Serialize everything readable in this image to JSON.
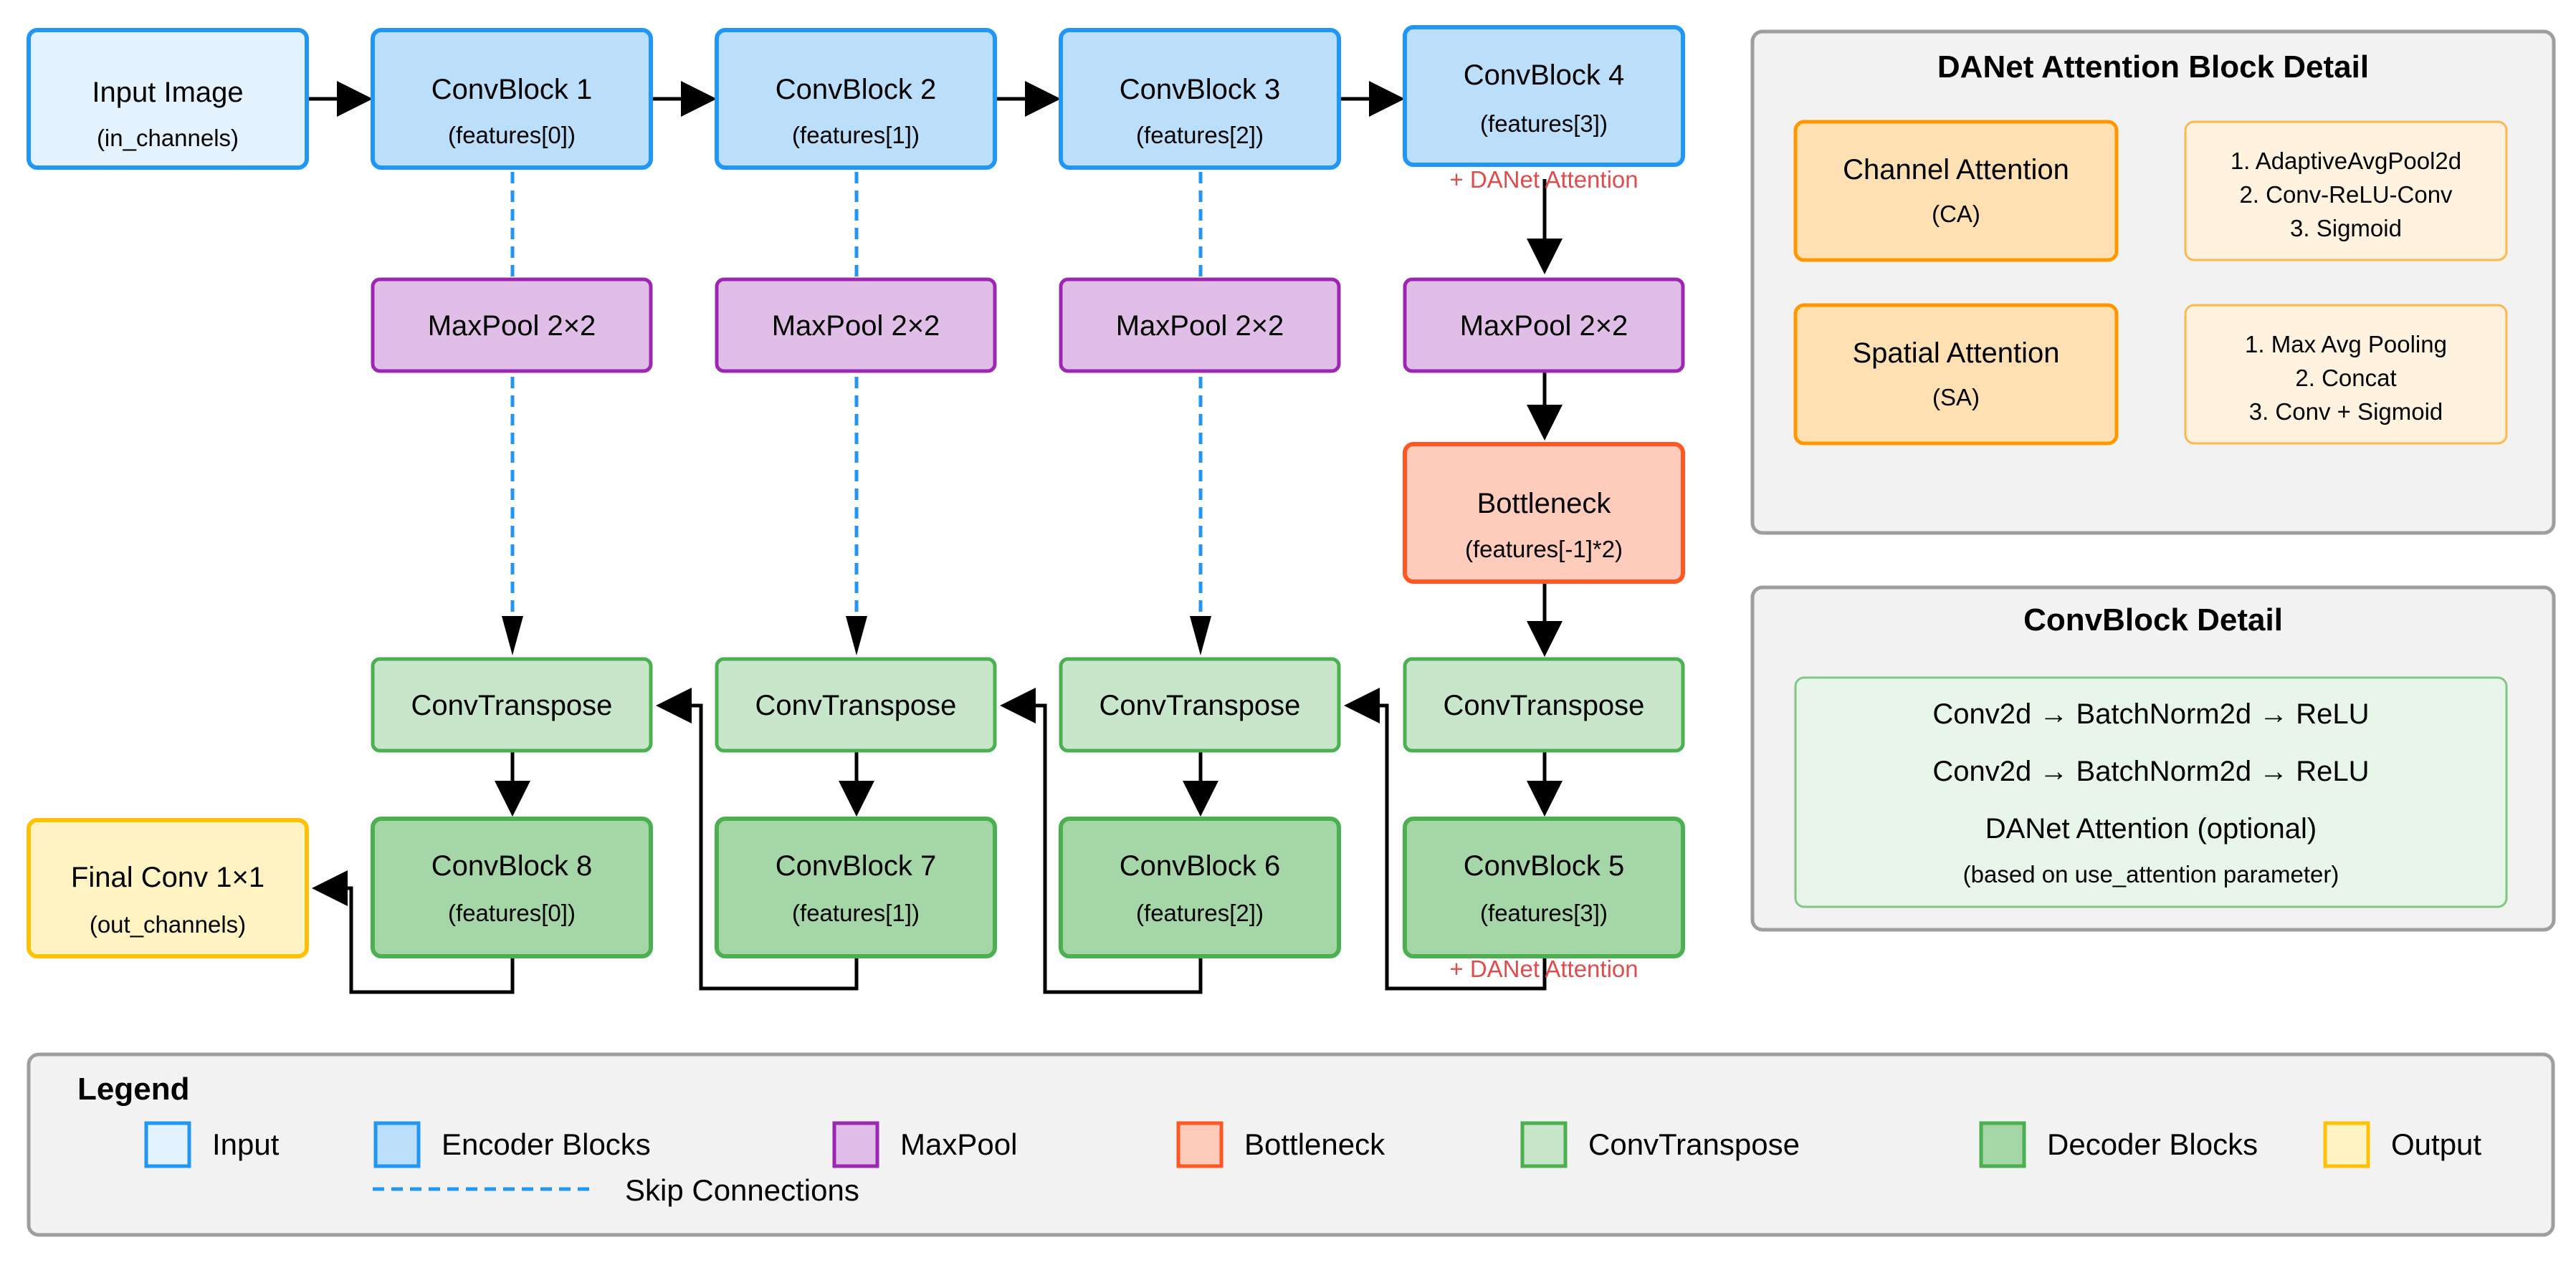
{
  "encoder": [
    {
      "title": "ConvBlock 1",
      "sub": "(features[0])"
    },
    {
      "title": "ConvBlock 2",
      "sub": "(features[1])"
    },
    {
      "title": "ConvBlock 3",
      "sub": "(features[2])"
    },
    {
      "title": "ConvBlock 4",
      "sub": "(features[3])"
    }
  ],
  "input": {
    "title": "Input Image",
    "sub": "(in_channels)"
  },
  "maxpool": [
    "MaxPool 2×2",
    "MaxPool 2×2",
    "MaxPool 2×2",
    "MaxPool 2×2"
  ],
  "bottleneck": {
    "title": "Bottleneck",
    "sub": "(features[-1]*2)"
  },
  "convtranspose": [
    "ConvTranspose",
    "ConvTranspose",
    "ConvTranspose",
    "ConvTranspose"
  ],
  "decoder": [
    {
      "title": "ConvBlock 8",
      "sub": "(features[0])"
    },
    {
      "title": "ConvBlock 7",
      "sub": "(features[1])"
    },
    {
      "title": "ConvBlock 6",
      "sub": "(features[2])"
    },
    {
      "title": "ConvBlock 5",
      "sub": "(features[3])"
    }
  ],
  "output": {
    "title": "Final Conv 1×1",
    "sub": "(out_channels)"
  },
  "attention_note": "+ DANet Attention",
  "danet_panel": {
    "title": "DANet Attention Block Detail",
    "channel": {
      "title": "Channel Attention",
      "sub": "(CA)",
      "steps": [
        "1. AdaptiveAvgPool2d",
        "2. Conv-ReLU-Conv",
        "3. Sigmoid"
      ]
    },
    "spatial": {
      "title": "Spatial Attention",
      "sub": "(SA)",
      "steps": [
        "1. Max Avg Pooling",
        "2. Concat",
        "3. Conv + Sigmoid"
      ]
    }
  },
  "convblock_panel": {
    "title": "ConvBlock Detail",
    "lines": [
      "Conv2d → BatchNorm2d → ReLU",
      "Conv2d → BatchNorm2d → ReLU",
      "DANet Attention (optional)"
    ],
    "note": "(based on use_attention parameter)"
  },
  "legend": {
    "title": "Legend",
    "items": [
      "Input",
      "Encoder Blocks",
      "MaxPool",
      "Bottleneck",
      "ConvTranspose",
      "Decoder Blocks",
      "Output"
    ],
    "skip_label": "Skip Connections"
  },
  "colors": {
    "input_fill": "#e3f2fd",
    "input_stroke": "#2196f3",
    "encoder_fill": "#bbdefb",
    "encoder_stroke": "#2196f3",
    "maxpool_fill": "#e1bee7",
    "maxpool_stroke": "#9c27b0",
    "bottleneck_fill": "#ffccbc",
    "bottleneck_stroke": "#ff5722",
    "convt_fill": "#c8e6c9",
    "convt_stroke": "#4caf50",
    "decoder_fill": "#a5d6a7",
    "decoder_stroke": "#4caf50",
    "output_fill": "#fff3c4",
    "output_stroke": "#ffc107",
    "attn_fill": "#ffe0b2",
    "attn_stroke": "#ff9800",
    "skip": "#2196f3",
    "attention_text": "#e04b4b"
  }
}
